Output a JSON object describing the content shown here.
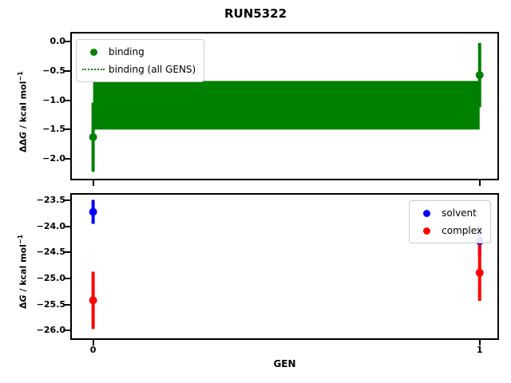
{
  "figure": {
    "title": "RUN5322",
    "background": "#ffffff",
    "xlabel": "GEN"
  },
  "colors": {
    "binding": "#008000",
    "solvent": "#0000ff",
    "complex": "#ff0000",
    "spine": "#000000",
    "legend_border": "#cccccc"
  },
  "chart_data": [
    {
      "type": "scatter",
      "title": "RUN5322",
      "ylabel": "ΔΔG / kcal mol⁻¹",
      "ylabel_parts": {
        "prefix": "ΔΔ",
        "sym": "G",
        "unit": " / kcal mol",
        "sup": "−1"
      },
      "xlabel": "",
      "xlim": [
        -0.055,
        1.046
      ],
      "ylim": [
        -2.34,
        0.14
      ],
      "yticks": [
        0.0,
        -0.5,
        -1.0,
        -1.5,
        -2.0
      ],
      "ytick_labels": [
        "0.0",
        "−0.5",
        "−1.0",
        "−1.5",
        "−2.0"
      ],
      "xticks": [
        0,
        1
      ],
      "xtick_labels": [],
      "grid": false,
      "series": [
        {
          "name": "binding",
          "color": "#008000",
          "x": [
            0,
            1
          ],
          "y": [
            -1.63,
            -0.57
          ],
          "yerr": [
            0.59,
            0.55
          ]
        }
      ],
      "band": {
        "name": "binding (all GENS)",
        "color": "#008000",
        "x": [
          0,
          1
        ],
        "ylow": -1.5,
        "yhigh": -0.67
      },
      "legend": {
        "position": "upper-left",
        "entries": [
          {
            "label": "binding",
            "marker": "dot",
            "color": "#008000"
          },
          {
            "label": "binding (all GENS)",
            "marker": "dotted-line",
            "color": "#008000"
          }
        ]
      }
    },
    {
      "type": "scatter",
      "title": "",
      "ylabel": "ΔG / kcal mol⁻¹",
      "ylabel_parts": {
        "prefix": "Δ",
        "sym": "G",
        "unit": " / kcal mol",
        "sup": "−1"
      },
      "xlabel": "GEN",
      "xlim": [
        -0.055,
        1.046
      ],
      "ylim": [
        -26.15,
        -23.39
      ],
      "yticks": [
        -23.5,
        -24.0,
        -24.5,
        -25.0,
        -25.5,
        -26.0
      ],
      "ytick_labels": [
        "−23.5",
        "−24.0",
        "−24.5",
        "−25.0",
        "−25.5",
        "−26.0"
      ],
      "xticks": [
        0,
        1
      ],
      "xtick_labels": [
        "0",
        "1"
      ],
      "grid": false,
      "series": [
        {
          "name": "solvent",
          "color": "#0000ff",
          "x": [
            0,
            1
          ],
          "y": [
            -23.72,
            -24.28
          ],
          "yerr": [
            0.23,
            0.28
          ]
        },
        {
          "name": "complex",
          "color": "#ff0000",
          "x": [
            0,
            1
          ],
          "y": [
            -25.42,
            -24.89
          ],
          "yerr": [
            0.55,
            0.54
          ]
        }
      ],
      "legend": {
        "position": "upper-right",
        "entries": [
          {
            "label": "solvent",
            "marker": "dot",
            "color": "#0000ff"
          },
          {
            "label": "complex",
            "marker": "dot",
            "color": "#ff0000"
          }
        ]
      }
    }
  ]
}
